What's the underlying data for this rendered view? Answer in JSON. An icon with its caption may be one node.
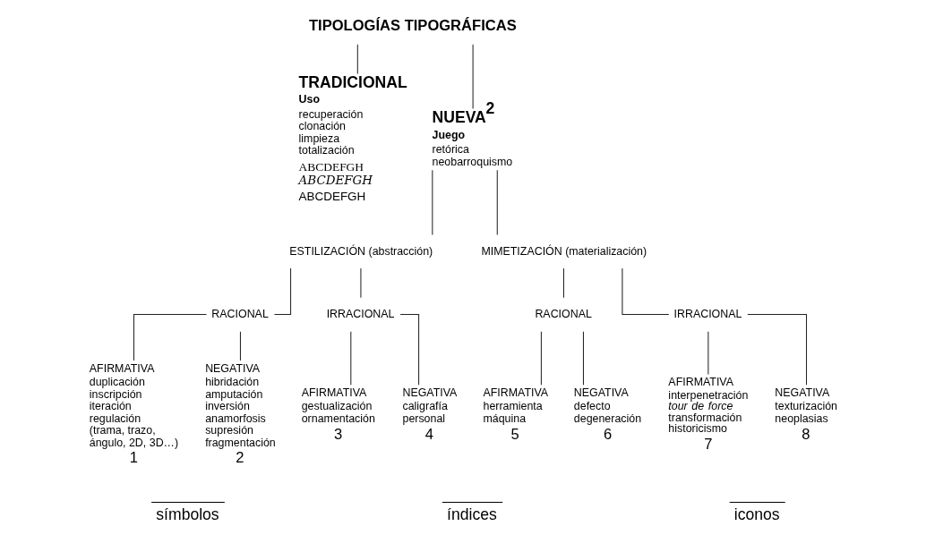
{
  "diagram": {
    "nodes": [
      {
        "text": [
          "TIPOLOGÍAS TIPOGRÁFICAS"
        ]
      },
      {
        "text": [
          "TRADICIONAL",
          "Uso",
          "recuperación clonación limpieza totalización",
          "ABCDEFGH",
          "ABCDEFGH",
          "ABCDEFGH"
        ]
      },
      {
        "text": [
          "NUEVA$^{2}$",
          "Juego",
          "retórica neobarroquismo"
        ]
      },
      {
        "text": [
          "ESTILIZACIÓN (abstracción)"
        ]
      },
      {
        "text": [
          "MIMETIZACIÓN (materialización)"
        ]
      },
      {
        "text": [
          "RACIONAL"
        ]
      },
      {
        "text": [
          "IRRACIONAL"
        ]
      },
      {
        "text": [
          "RACIONAL"
        ]
      },
      {
        "text": [
          "IRRACIONAL"
        ]
      },
      {
        "text": [
          "AFIRMATIVA",
          "duplicación inscripción iteración regulación (trama, trazo, ángulo, 2D, 3D…)"
        ],
        "beside": [
          "1"
        ]
      },
      {
        "text": [
          "NEGATIVA",
          "hibridación amputación inversión anamorfosis supresión fragmentación"
        ],
        "beside": [
          "2"
        ]
      },
      {
        "text": [
          "AFIRMATIVA",
          "gestualización ornamentación"
        ],
        "beside": [
          "3"
        ]
      },
      {
        "text": [
          "NEGATIVA",
          "caligrafía personal"
        ],
        "beside": [
          "4"
        ]
      },
      {
        "text": [
          "AFIRMATIVA",
          "herramienta máquina"
        ],
        "beside": [
          "5"
        ]
      },
      {
        "text": [
          "NEGATIVA",
          "defecto degeneración"
        ],
        "beside": [
          "6"
        ]
      },
      {
        "text": [
          "AFIRMATIVA",
          "interpenetración *tour de force* transformación historicismo"
        ],
        "beside": [
          "7"
        ]
      },
      {
        "text": [
          "NEGATIVA",
          "texturización neoplasias"
        ],
        "beside": [
          "8"
        ]
      }
    ],
    "edges": [
      {
        "from": 0,
        "to": 1,
        "arrow": "none"
      },
      {
        "from": 0,
        "to": 2,
        "arrow": "none"
      },
      {
        "from": 2,
        "to": 3,
        "arrow": "none"
      },
      {
        "from": 2,
        "to": 4,
        "arrow": "none"
      },
      {
        "from": 3,
        "to": 5,
        "arrow": "none"
      },
      {
        "from": 3,
        "to": 6,
        "arrow": "none"
      },
      {
        "from": 4,
        "to": 7,
        "arrow": "none"
      },
      {
        "from": 4,
        "to": 8,
        "arrow": "none"
      },
      {
        "from": 5,
        "to": 9,
        "arrow": "none"
      },
      {
        "from": 5,
        "to": 10,
        "arrow": "none"
      },
      {
        "from": 6,
        "to": 11,
        "arrow": "none"
      },
      {
        "from": 6,
        "to": 12,
        "arrow": "none"
      },
      {
        "from": 7,
        "to": 13,
        "arrow": "none"
      },
      {
        "from": 7,
        "to": 14,
        "arrow": "none"
      },
      {
        "from": 8,
        "to": 15,
        "arrow": "none"
      },
      {
        "from": 8,
        "to": 16,
        "arrow": "none"
      }
    ],
    "labels": [
      "símbolos",
      "índices",
      "iconos"
    ]
  }
}
